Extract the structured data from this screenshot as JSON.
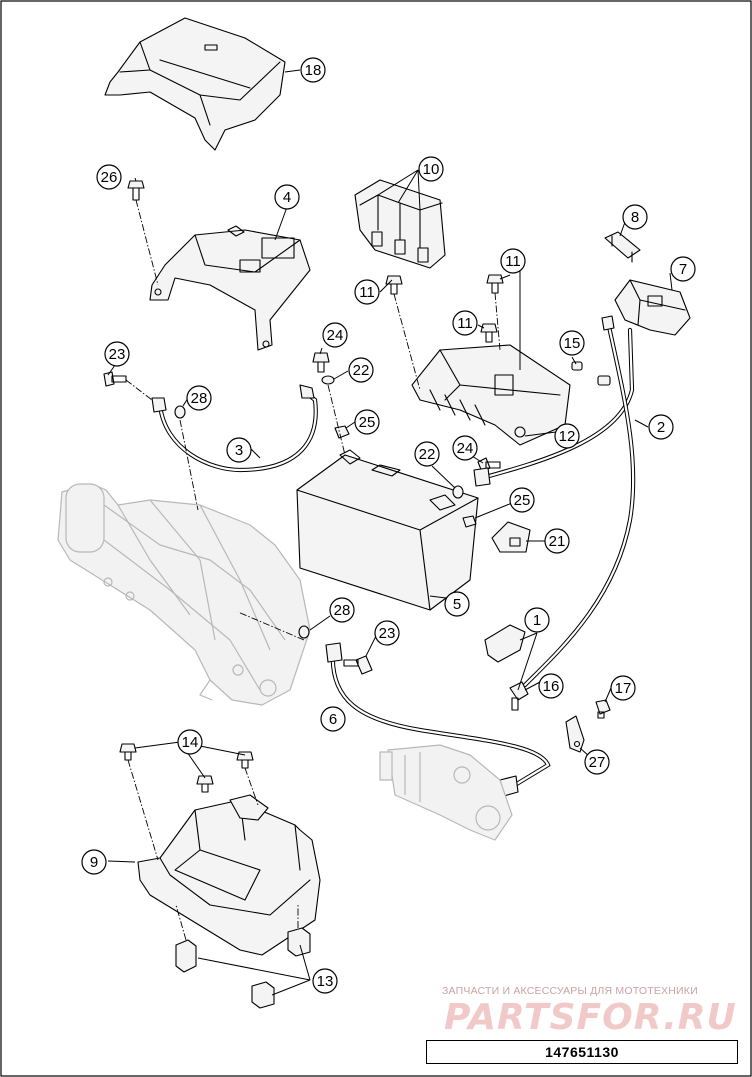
{
  "callouts": [
    {
      "label": "18",
      "target": "wiring-harness-cover"
    },
    {
      "label": "26",
      "target": "screw"
    },
    {
      "label": "4",
      "target": "bracket"
    },
    {
      "label": "10",
      "target": "relay-block"
    },
    {
      "label": "8",
      "target": "fuse"
    },
    {
      "label": "7",
      "target": "starter-relay"
    },
    {
      "label": "11",
      "target": "screw"
    },
    {
      "label": "11",
      "target": "screw"
    },
    {
      "label": "11",
      "target": "screw"
    },
    {
      "label": "24",
      "target": "screw"
    },
    {
      "label": "22",
      "target": "washer"
    },
    {
      "label": "15",
      "target": "fuse-holder"
    },
    {
      "label": "23",
      "target": "screw"
    },
    {
      "label": "28",
      "target": "washer"
    },
    {
      "label": "25",
      "target": "nut"
    },
    {
      "label": "3",
      "target": "ground-cable"
    },
    {
      "label": "12",
      "target": "cable"
    },
    {
      "label": "2",
      "target": "cable"
    },
    {
      "label": "22",
      "target": "washer"
    },
    {
      "label": "24",
      "target": "screw"
    },
    {
      "label": "25",
      "target": "nut"
    },
    {
      "label": "21",
      "target": "terminal-cover"
    },
    {
      "label": "5",
      "target": "battery"
    },
    {
      "label": "28",
      "target": "washer"
    },
    {
      "label": "23",
      "target": "screw"
    },
    {
      "label": "1",
      "target": "cable"
    },
    {
      "label": "16",
      "target": "cap"
    },
    {
      "label": "17",
      "target": "screw"
    },
    {
      "label": "6",
      "target": "starter-cable"
    },
    {
      "label": "27",
      "target": "clamp"
    },
    {
      "label": "14",
      "target": "screw"
    },
    {
      "label": "9",
      "target": "battery-holder"
    },
    {
      "label": "13",
      "target": "rubber-damper"
    }
  ],
  "watermark": {
    "tagline": "ЗАПЧАСТИ И АКСЕССУАРЫ ДЛЯ МОТОТЕХНИКИ",
    "logo": "PARTSFOR.RU"
  },
  "document_number": "147651130",
  "colors": {
    "line": "#000000",
    "ghost": "#b8b8b8",
    "watermark": "#f1c9c9"
  }
}
